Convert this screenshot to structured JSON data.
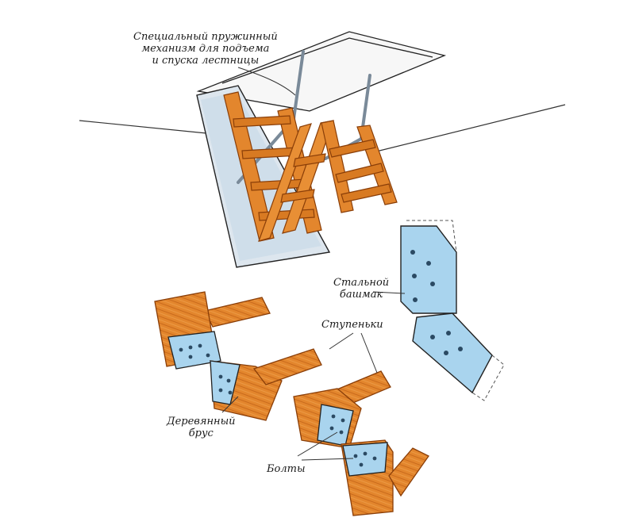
{
  "colors": {
    "wood": "#e3862d",
    "wood_dark": "#b85a14",
    "steel": "#a9d4ee",
    "steel_dark": "#6fa9cf",
    "ink": "#2a2a2a",
    "board": "#dde6ee"
  },
  "labels": {
    "mechanism": [
      "Специальный пружинный",
      "механизм для подъема",
      "и спуска лестницы"
    ],
    "steel_shoe": [
      "Стальной",
      "башмак"
    ],
    "steps": "Ступеньки",
    "wooden_beam": [
      "Деревянный",
      "брус"
    ],
    "bolts": "Болты"
  }
}
